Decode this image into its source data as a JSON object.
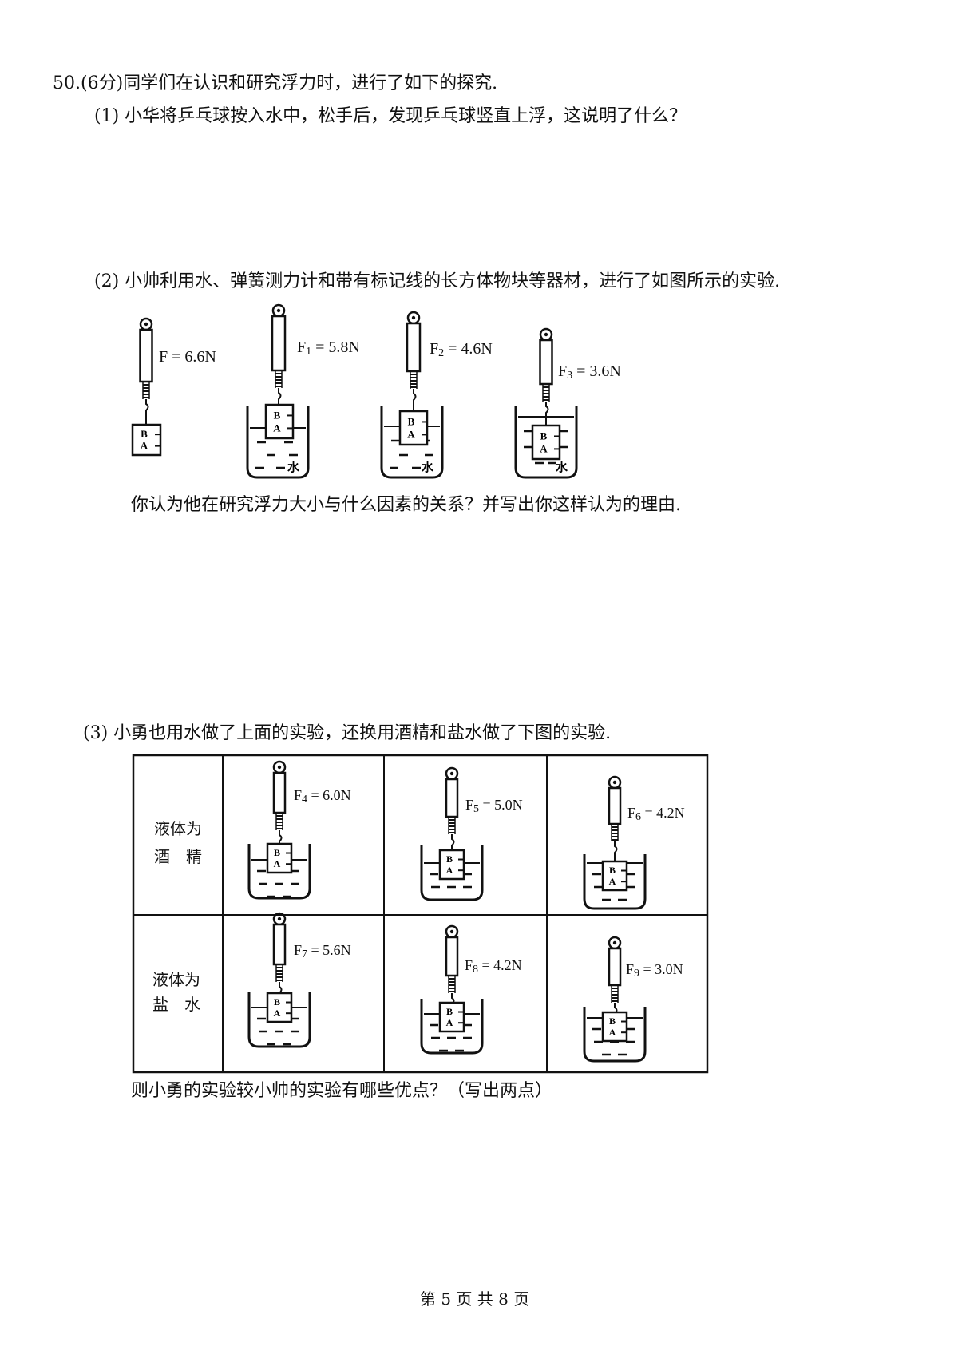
{
  "question": {
    "title": "50.(6分)同学们在认识和研究浮力时，进行了如下的探究.",
    "part1": "(1) 小华将乒乓球按入水中，松手后，发现乒乓球竖直上浮，这说明了什么？",
    "part2": "(2) 小帅利用水、弹簧测力计和带有标记线的长方体物块等器材，进行了如图所示的实验.",
    "part2_question": "你认为他在研究浮力大小与什么因素的关系？并写出你这样认为的理由.",
    "part3": "(3) 小勇也用水做了上面的实验，还换用酒精和盐水做了下图的实验.",
    "part3_question": "则小勇的实验较小帅的实验有哪些优点？（写出两点）"
  },
  "figure1": {
    "readings": [
      {
        "sym": "F",
        "sub": "",
        "val": " = 6.6N"
      },
      {
        "sym": "F",
        "sub": "1",
        "val": " = 5.8N"
      },
      {
        "sym": "F",
        "sub": "2",
        "val": " = 4.6N"
      },
      {
        "sym": "F",
        "sub": "3",
        "val": " = 3.6N"
      }
    ],
    "liquid_label": "水",
    "block_marks": [
      "B",
      "A"
    ]
  },
  "figure2": {
    "rows": [
      {
        "label_line1": "液体为",
        "label_line2": "酒　精"
      },
      {
        "label_line1": "液体为",
        "label_line2": "盐　水"
      }
    ],
    "readings": [
      {
        "sym": "F",
        "sub": "4",
        "val": " = 6.0N"
      },
      {
        "sym": "F",
        "sub": "5",
        "val": " = 5.0N"
      },
      {
        "sym": "F",
        "sub": "6",
        "val": " = 4.2N"
      },
      {
        "sym": "F",
        "sub": "7",
        "val": " = 5.6N"
      },
      {
        "sym": "F",
        "sub": "8",
        "val": " = 4.2N"
      },
      {
        "sym": "F",
        "sub": "9",
        "val": " = 3.0N"
      }
    ]
  },
  "footer": {
    "page": "第 5 页 共 8 页"
  }
}
